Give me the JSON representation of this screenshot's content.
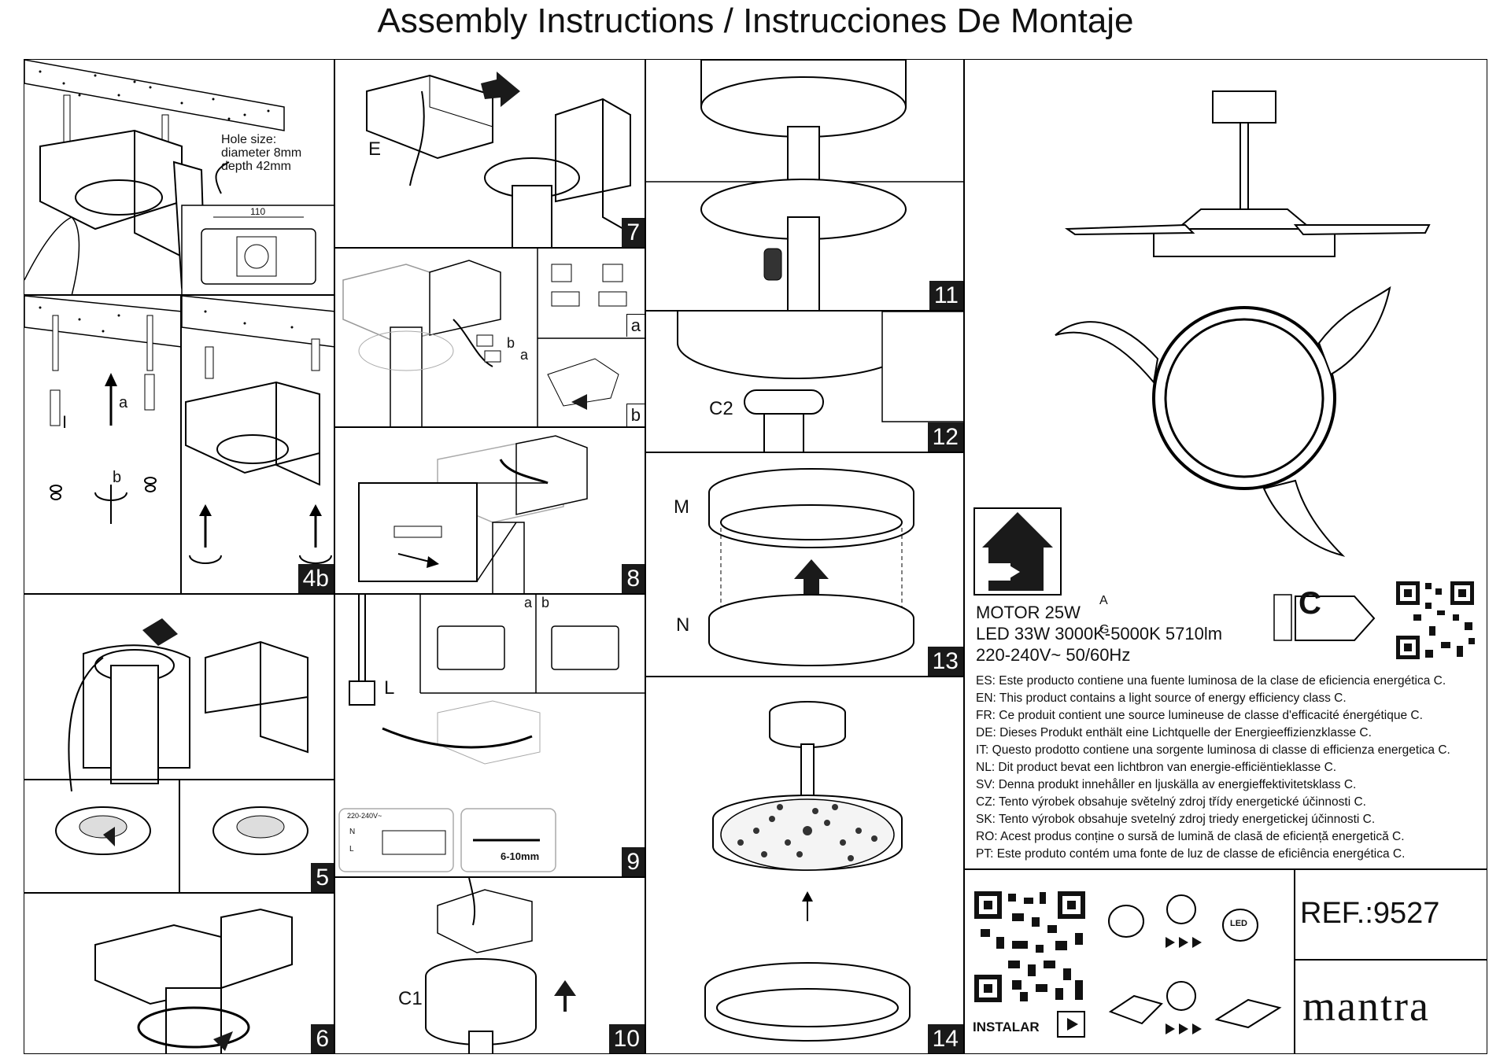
{
  "document": {
    "title": "Assembly Instructions / Instrucciones De Montaje"
  },
  "steps": {
    "s1": {
      "hole_label": "Hole size:\ndiameter 8mm\ndepth 42mm",
      "dim": "110"
    },
    "s4a": {
      "a": "a",
      "b": "b",
      "i": "I"
    },
    "s4b": {
      "num": "4b"
    },
    "s5": {
      "num": "5"
    },
    "s6": {
      "num": "6"
    },
    "s7": {
      "num": "7",
      "e": "E"
    },
    "s8top": {
      "a": "a",
      "b": "b",
      "ba": "b",
      "aa": "a"
    },
    "s8": {
      "num": "8"
    },
    "s9": {
      "num": "9",
      "l": "L",
      "a": "a",
      "b": "b",
      "volt": "220-240V~",
      "n": "N",
      "ll": "L",
      "mm": "6-10mm"
    },
    "s10": {
      "num": "10",
      "c1": "C1"
    },
    "s11": {
      "num": "11"
    },
    "s12": {
      "num": "12",
      "c2": "C2"
    },
    "s13": {
      "num": "13",
      "m": "M",
      "n": "N"
    },
    "s14": {
      "num": "14"
    }
  },
  "specs": {
    "motor": "MOTOR 25W",
    "led": "LED 33W 3000K-5000K 5710lm",
    "voltage": "220-240V~ 50/60Hz",
    "energy_class": "C",
    "scale_top": "A",
    "scale_bottom": "G"
  },
  "energy_statements": [
    "ES: Este producto contiene una fuente luminosa de la clase de eficiencia energética C.",
    "EN: This product contains a light source of energy efficiency class C.",
    "FR: Ce produit contient une source lumineuse de classe d'efficacité énergétique C.",
    "DE: Dieses Produkt enthält eine Lichtquelle der Energieeffizienzklasse C.",
    "IT: Questo prodotto contiene una sorgente luminosa di classe di efficienza energetica C.",
    "NL: Dit product bevat een lichtbron van energie-efficiëntieklasse C.",
    "SV: Denna produkt innehåller en ljuskälla av energieffektivitetsklass C.",
    "CZ: Tento výrobek obsahuje světelný zdroj třídy energetické účinnosti C.",
    "SK: Tento výrobok obsahuje svetelný zdroj triedy energetickej účinnosti C.",
    "RO: Acest produs conține o sursă de lumină de clasă de eficiență energetică C.",
    "PT: Este produto contém uma fonte de luz de classe de eficiência energética C."
  ],
  "footer": {
    "ref": "REF.:9527",
    "logo": "mantra",
    "instalar": "INSTALAR",
    "led_icon": "LED"
  }
}
